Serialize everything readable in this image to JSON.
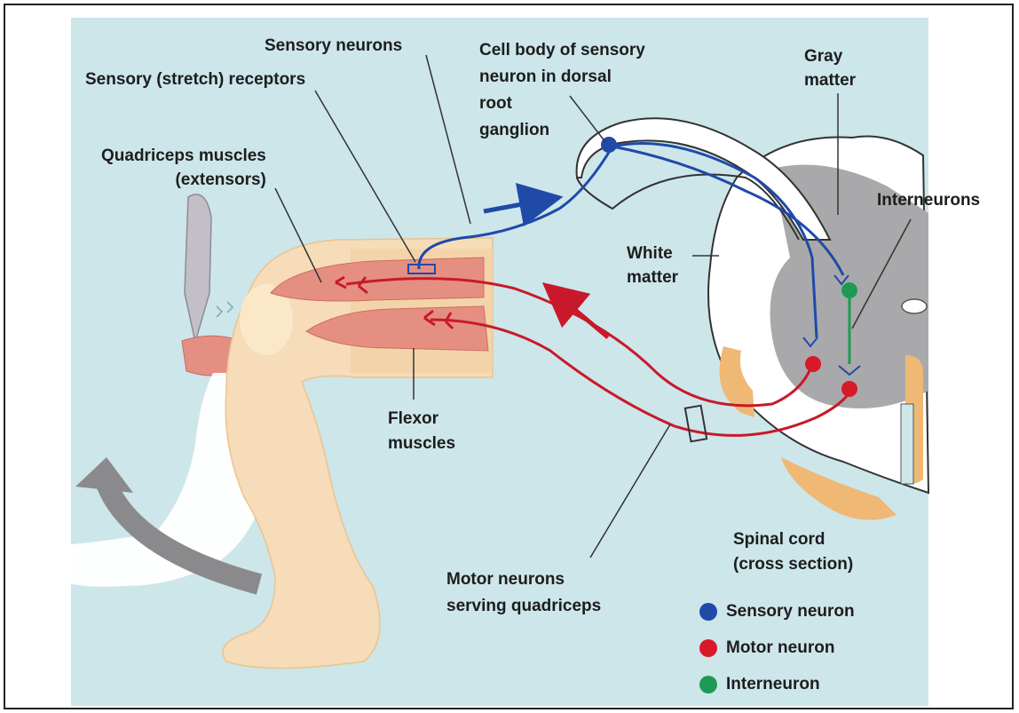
{
  "labels": {
    "sensory_neurons": "Sensory neurons",
    "stretch_receptors": "Sensory (stretch) receptors",
    "cell_body": "Cell body of sensory\nneuron in dorsal\nroot\nganglion",
    "gray_matter": "Gray\nmatter",
    "quadriceps": "Quadriceps muscles\n(extensors)",
    "interneurons": "Interneurons",
    "white_matter": "White\nmatter",
    "flexor": "Flexor\nmuscles",
    "spinal_cord": "Spinal cord\n(cross section)",
    "motor_neurons": "Motor neurons\nserving quadriceps"
  },
  "legend": [
    {
      "label": "Sensory neuron",
      "color": "#1f4aa8"
    },
    {
      "label": "Motor neuron",
      "color": "#d7192a"
    },
    {
      "label": "Interneuron",
      "color": "#1e9a55"
    }
  ],
  "colors": {
    "background": "#cde6ea",
    "sensory": "#1f4aa8",
    "motor": "#c8192a",
    "inter": "#1e9a55",
    "gray_matter": "#a9a9ab",
    "skin": "#f6dcb8",
    "muscle": "#e58f83",
    "bone": "#efb875"
  }
}
